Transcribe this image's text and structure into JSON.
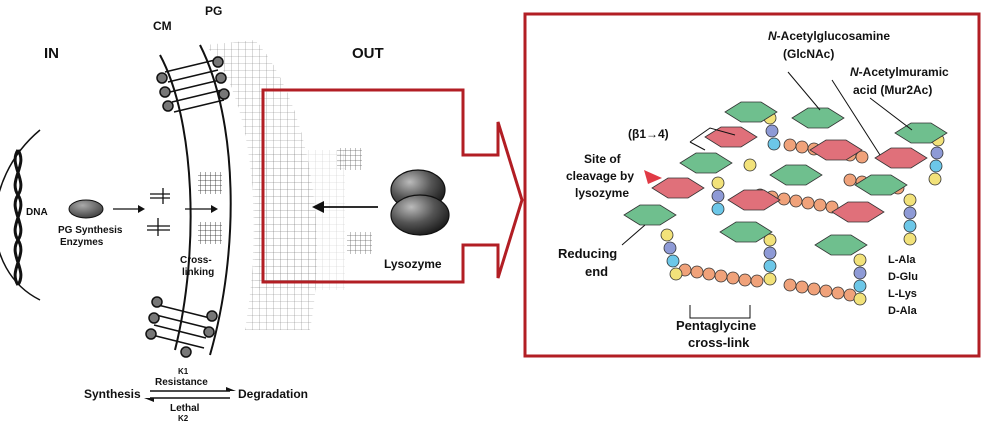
{
  "left_panel": {
    "in_label": "IN",
    "out_label": "OUT",
    "cm_label": "CM",
    "pg_label": "PG",
    "dna_label": "DNA",
    "enzymes_label_line1": "PG Synthesis",
    "enzymes_label_line2": "Enzymes",
    "crosslinking_line1": "Cross-",
    "crosslinking_line2": "linking",
    "lysozyme_label": "Lysozyme",
    "equilibrium": {
      "synthesis": "Synthesis",
      "degradation": "Degradation",
      "k1": "K1",
      "k2": "K2",
      "resistance": "Resistance",
      "lethal": "Lethal"
    }
  },
  "right_panel": {
    "glcnac_line1_prefix": "N",
    "glcnac_line1_rest": "-Acetylglucosamine",
    "glcnac_line2": "(GlcNAc)",
    "murnac_line1_prefix": "N",
    "murnac_line1_rest": "-Acetylmuramic",
    "murnac_line2": "acid (Mur2Ac)",
    "bond_label": "(β1→4)",
    "cleavage_line1": "Site of",
    "cleavage_line2": "cleavage by",
    "cleavage_line3": "lysozyme",
    "reducing_line1": "Reducing",
    "reducing_line2": "end",
    "crosslink_line1": "Pentaglycine",
    "crosslink_line2": "cross-link",
    "residues": [
      "L-Ala",
      "D-Glu",
      "L-Lys",
      "D-Ala"
    ]
  },
  "colors": {
    "frame_red": "#b21e24",
    "glcnac_green": "#6fbf8e",
    "murnac_red": "#e0707a",
    "ala_yellow": "#f2e27a",
    "glu_blue": "#8e9ad6",
    "lys_cyan": "#6cc7e8",
    "glycine_orange": "#f0a27a"
  }
}
